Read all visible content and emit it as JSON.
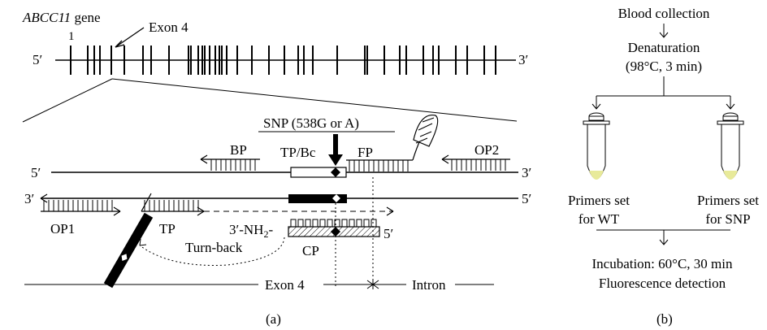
{
  "panel_a": {
    "caption": "(a)",
    "gene_name": "ABCC11",
    "gene_word": " gene",
    "exon1_label": "1",
    "exon4_callout": "Exon 4",
    "five_prime": "5′",
    "three_prime": "3′",
    "snp_label": "SNP (538G or A)",
    "primers": {
      "bp": "BP",
      "tp_bc": "TP/Bc",
      "fp": "FP",
      "op2": "OP2",
      "op1": "OP1",
      "tp": "TP",
      "cp": "CP",
      "nh2_prefix": "3′-NH",
      "nh2_sub": "2",
      "nh2_suffix": "-"
    },
    "turn_back": "Turn-back",
    "exon4_label": "Exon 4",
    "intron_label": "Intron"
  },
  "panel_b": {
    "caption": "(b)",
    "step1": "Blood collection",
    "step2_line1": "Denaturation",
    "step2_line2": "(98°C, 3 min)",
    "left_line1": "Primers set",
    "left_line2": "for WT",
    "right_line1": "Primers set",
    "right_line2": "for SNP",
    "step4_line1": "Incubation: 60°C, 30 min",
    "step4_line2": "Fluorescence detection",
    "tube_liquid_color": "#e8ea9a"
  }
}
